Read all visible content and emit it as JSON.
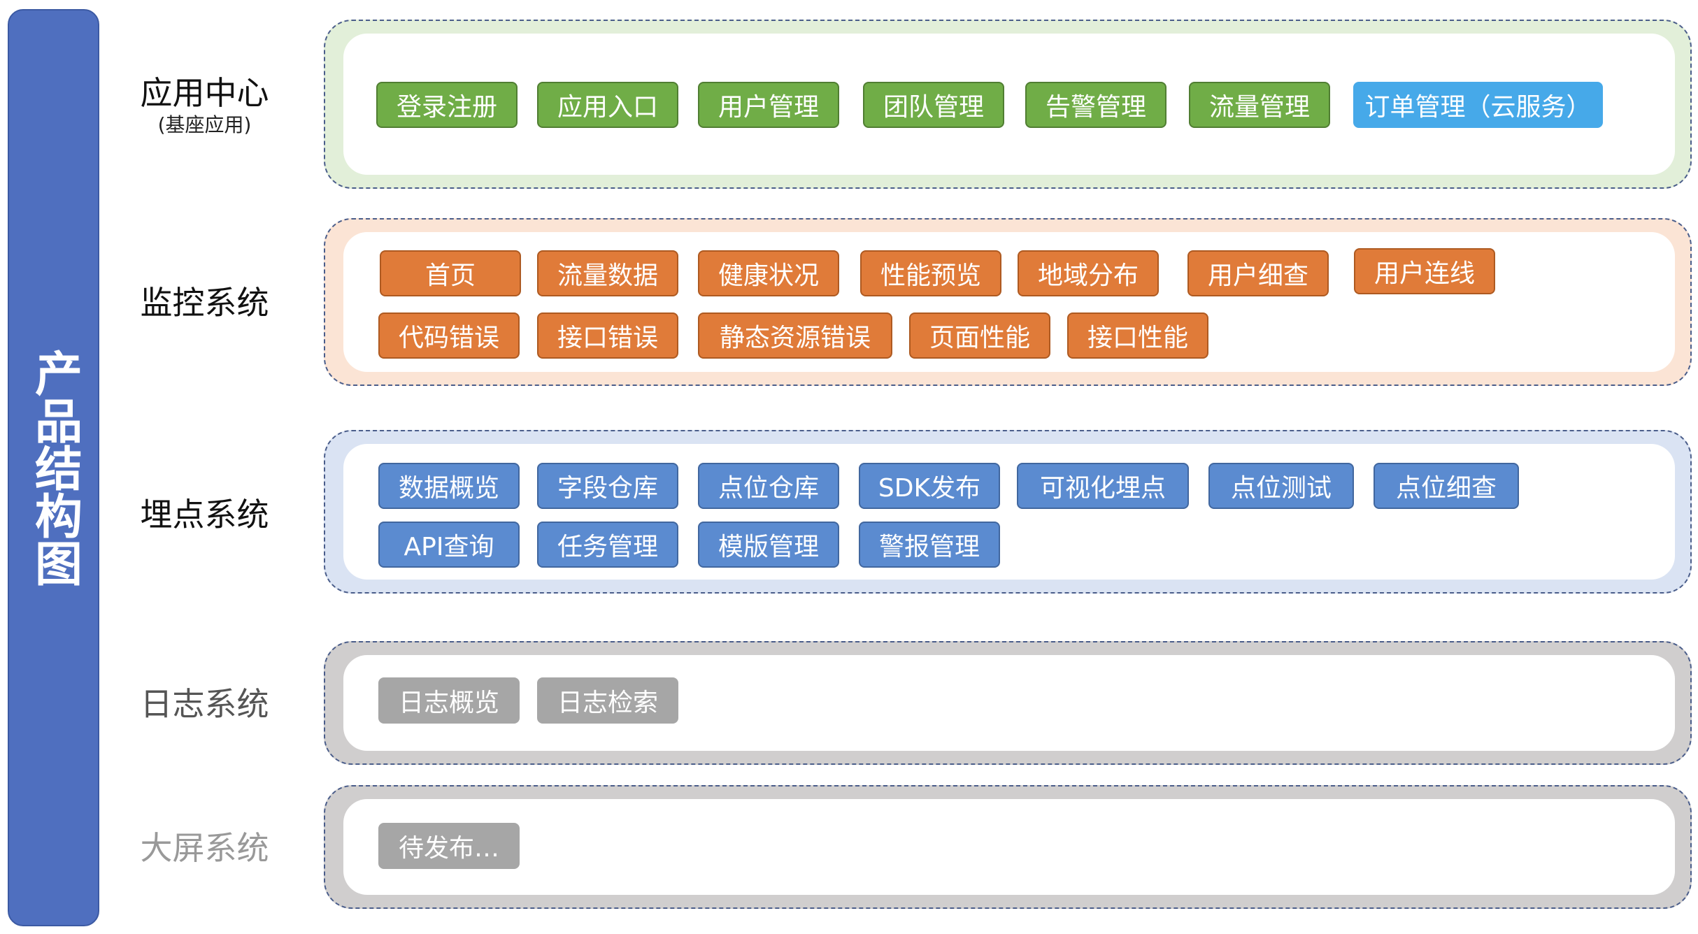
{
  "title": "产品结构图",
  "colors": {
    "sidebar": "#4f6fbf",
    "green": "#70ad47",
    "blue_highlight": "#46a9e9",
    "orange": "#e07b39",
    "blue": "#5b8bd0",
    "gray": "#a6a6a6"
  },
  "rows": [
    {
      "label": "应用中心",
      "sublabel": "(基座应用)",
      "tint": "#e2efd9",
      "items": [
        "登录注册",
        "应用入口",
        "用户管理",
        "团队管理",
        "告警管理",
        "流量管理",
        "订单管理（云服务）"
      ]
    },
    {
      "label": "监控系统",
      "tint": "#fbe4d5",
      "items": [
        "首页",
        "流量数据",
        "健康状况",
        "性能预览",
        "地域分布",
        "用户细查",
        "用户连线",
        "代码错误",
        "接口错误",
        "静态资源错误",
        "页面性能",
        "接口性能"
      ]
    },
    {
      "label": "埋点系统",
      "tint": "#dae3f3",
      "items": [
        "数据概览",
        "字段仓库",
        "点位仓库",
        "SDK发布",
        "可视化埋点",
        "点位测试",
        "点位细查",
        "API查询",
        "任务管理",
        "模版管理",
        "警报管理"
      ]
    },
    {
      "label": "日志系统",
      "tint": "#d0cece",
      "items": [
        "日志概览",
        "日志检索"
      ]
    },
    {
      "label": "大屏系统",
      "tint": "#d0cece",
      "items": [
        "待发布…"
      ]
    }
  ]
}
